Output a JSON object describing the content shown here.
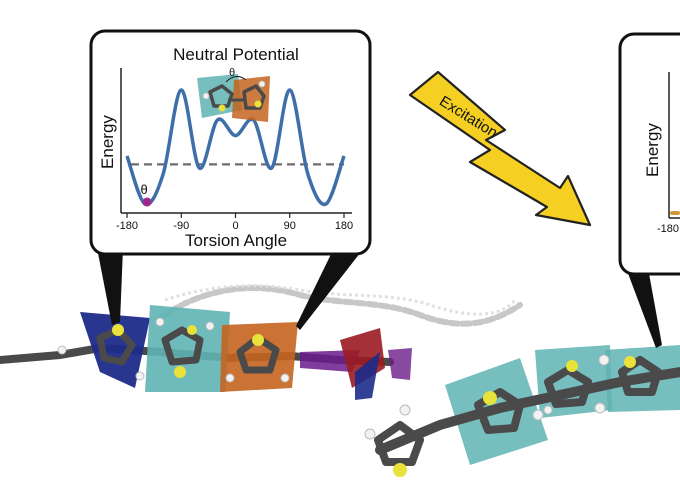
{
  "left_panel": {
    "title": "Neutral Potential",
    "y_label": "Energy",
    "x_label": "Torsion Angle",
    "x_ticks": [
      "-180",
      "-90",
      "0",
      "90",
      "180"
    ],
    "theta_marker": "θ",
    "inset_theta": "θ"
  },
  "right_panel": {
    "y_label": "Energy",
    "x_ticks": [
      "-180"
    ]
  },
  "arrow": {
    "label": "Excitation",
    "color": "#f5d022"
  },
  "chart_data": {
    "type": "line",
    "x": [
      -180,
      -150,
      -120,
      -90,
      -60,
      -30,
      0,
      30,
      60,
      90,
      120,
      150,
      180
    ],
    "values": [
      0.45,
      0.05,
      0.3,
      1.0,
      0.35,
      0.75,
      0.62,
      0.75,
      0.35,
      1.0,
      0.3,
      0.05,
      0.45
    ],
    "threshold": 0.38,
    "xlim": [
      -180,
      180
    ],
    "ylim": [
      0,
      1.1
    ],
    "line_color": "#3e6fa8",
    "threshold_color": "#6b6b6b",
    "marker_color": "#a0288c"
  },
  "colors": {
    "navy": "#1c2b8a",
    "teal": "#5fb3b3",
    "orange": "#c4641f",
    "crimson": "#9b1b22",
    "purple": "#6a1b8a",
    "sulfur": "#e8e23a",
    "carbon": "#555555"
  }
}
